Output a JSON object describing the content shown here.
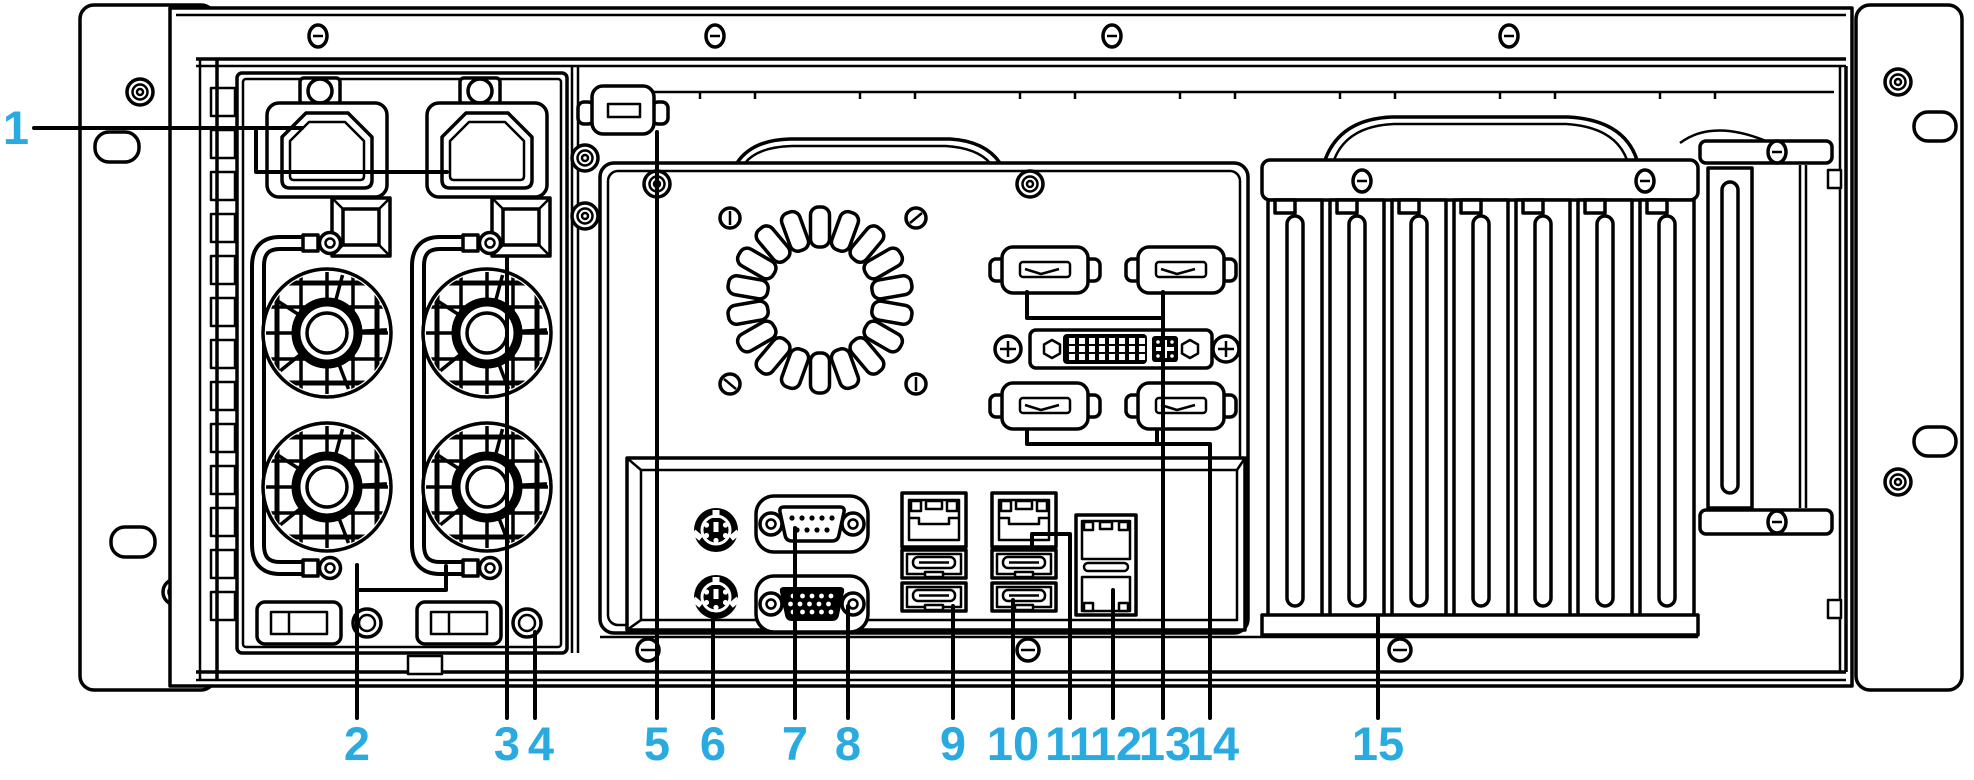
{
  "figure": {
    "kind": "technical-line-diagram",
    "subject": "rack-mount-computer-rear-panel"
  },
  "colors": {
    "accent": "#29ABE2",
    "line": "#000000",
    "background": "#FFFFFF"
  },
  "callouts": [
    {
      "num": "1",
      "target": "ac-power-inlets"
    },
    {
      "num": "2",
      "target": "power-supply-modules"
    },
    {
      "num": "3",
      "target": "power-switch"
    },
    {
      "num": "4",
      "target": "round-opening"
    },
    {
      "num": "5",
      "target": "top-latch"
    },
    {
      "num": "6",
      "target": "ps2-ports"
    },
    {
      "num": "7",
      "target": "serial-port"
    },
    {
      "num": "8",
      "target": "vga-port"
    },
    {
      "num": "9",
      "target": "usb-ports-group-1"
    },
    {
      "num": "10",
      "target": "usb-ports-group-2"
    },
    {
      "num": "11",
      "target": "ethernet-port"
    },
    {
      "num": "12",
      "target": "dual-ethernet-ports"
    },
    {
      "num": "13",
      "target": "display-ports-top-row"
    },
    {
      "num": "14",
      "target": "display-ports-bottom-row"
    },
    {
      "num": "15",
      "target": "expansion-slots"
    }
  ]
}
